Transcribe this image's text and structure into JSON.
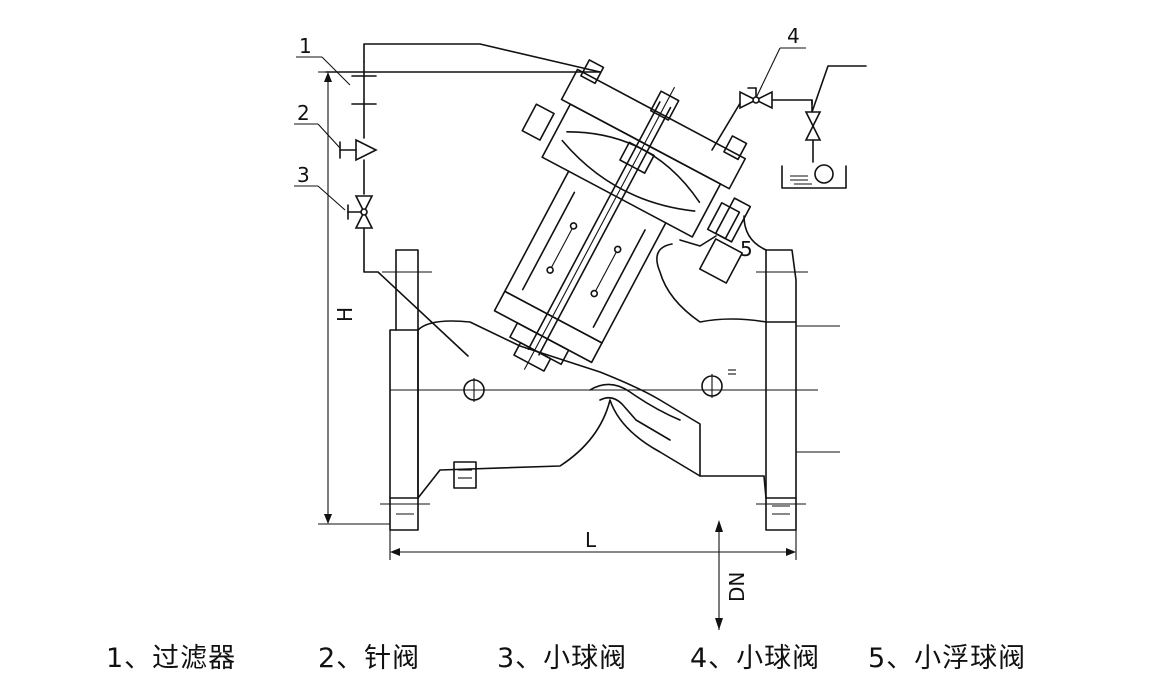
{
  "diagram": {
    "callouts": [
      "1",
      "2",
      "3",
      "4",
      "5"
    ],
    "dimensions": {
      "height": "H",
      "length": "L",
      "diameter": "DN"
    }
  },
  "legend": {
    "items": [
      "1、过滤器",
      "2、针阀",
      "3、小球阀",
      "4、小球阀",
      "5、小浮球阀"
    ]
  },
  "colors": {
    "line": "#111111",
    "background": "#ffffff"
  }
}
